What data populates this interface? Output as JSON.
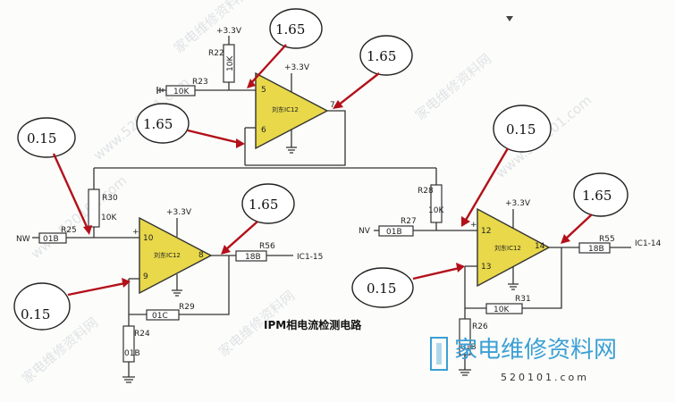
{
  "title": "IPM相电流检测电路",
  "supply": "+3.3V",
  "opamp_label": "刘东IC12",
  "callouts": [
    "1.65",
    "1.65",
    "1.65",
    "1.65",
    "0.15",
    "0.15",
    "0.15",
    "0.15",
    "1.65"
  ],
  "top": {
    "r22": "R22",
    "r22_val": "10K",
    "r23": "R23",
    "r23_val": "10K",
    "pin5": "5",
    "pin6": "6",
    "pin7": "7"
  },
  "left": {
    "r30": "R30",
    "r30_val": "10K",
    "r25": "R25",
    "r25_val": "01B",
    "input": "NW",
    "pin10": "10",
    "pin9": "9",
    "pin8": "8",
    "r56": "R56",
    "r56_val": "18B",
    "output": "IC1-15",
    "r29": "R29",
    "r29_val": "01C",
    "r24": "R24",
    "r24_val": "01B"
  },
  "right": {
    "r28": "R28",
    "r28_val": "10K",
    "r27": "R27",
    "r27_val": "01B",
    "input": "NV",
    "pin12": "12",
    "pin13": "13",
    "pin14": "14",
    "r55": "R55",
    "r55_val": "18B",
    "output": "IC1-14",
    "r31": "R31",
    "r31_val": "10K",
    "r26": "R26",
    "r26_val": "01B"
  },
  "watermark": "家电维修资料网",
  "watermark_url": "www.520101.com",
  "logo_text": "家电维修资料网",
  "logo_url": "520101.com",
  "plus": "+",
  "minus": "−"
}
